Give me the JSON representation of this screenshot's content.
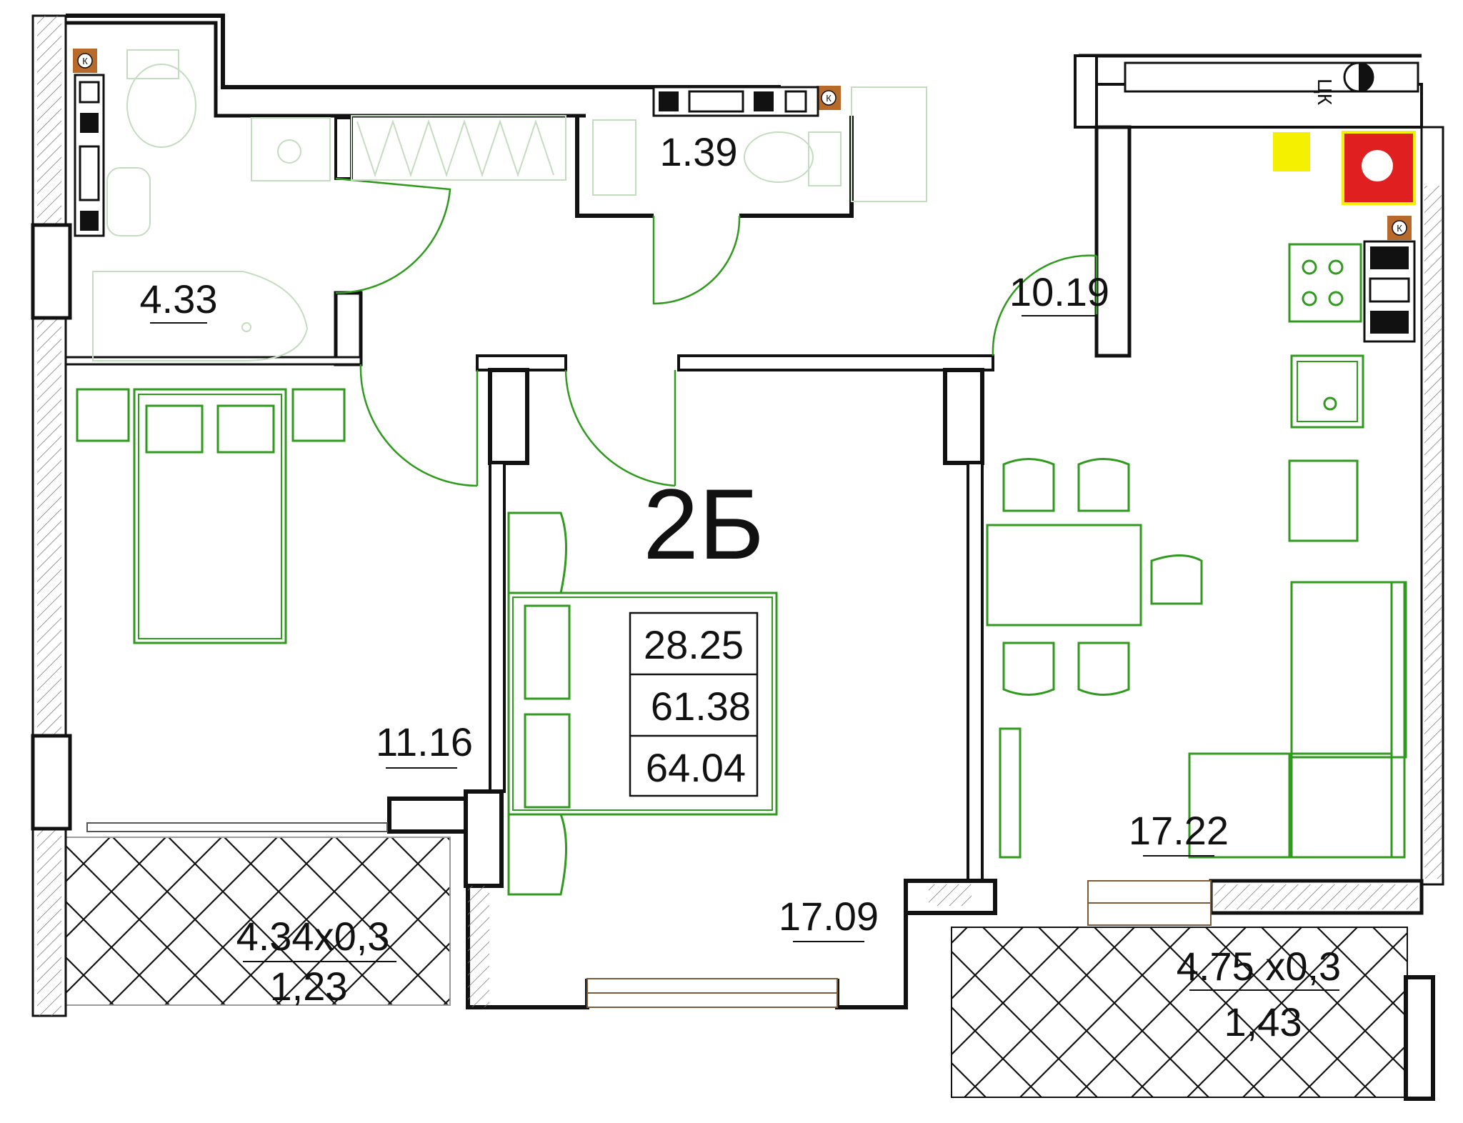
{
  "plan": {
    "unit_label": "2Б",
    "areas_table": [
      "28.25",
      "61.38",
      "64.04"
    ],
    "rooms": {
      "bathroom": "4.33",
      "wc": "1.39",
      "hall": "10.19",
      "bedroom": "11.16",
      "living_room": "17.09",
      "kitchen": "17.22"
    },
    "balconies": {
      "left": {
        "dims": "4.34x0,3",
        "area": "1,23"
      },
      "right": {
        "dims": "4.75 x0,3",
        "area": "1,43"
      }
    },
    "markers": {
      "riser_label": "К",
      "vent_label": "ЦК"
    },
    "colors": {
      "furniture": "#2f9a1e",
      "walls": "#111111",
      "riser_marker": "#b86a2a",
      "stove_red": "#e02020",
      "stove_yellow": "#f4f000"
    }
  }
}
